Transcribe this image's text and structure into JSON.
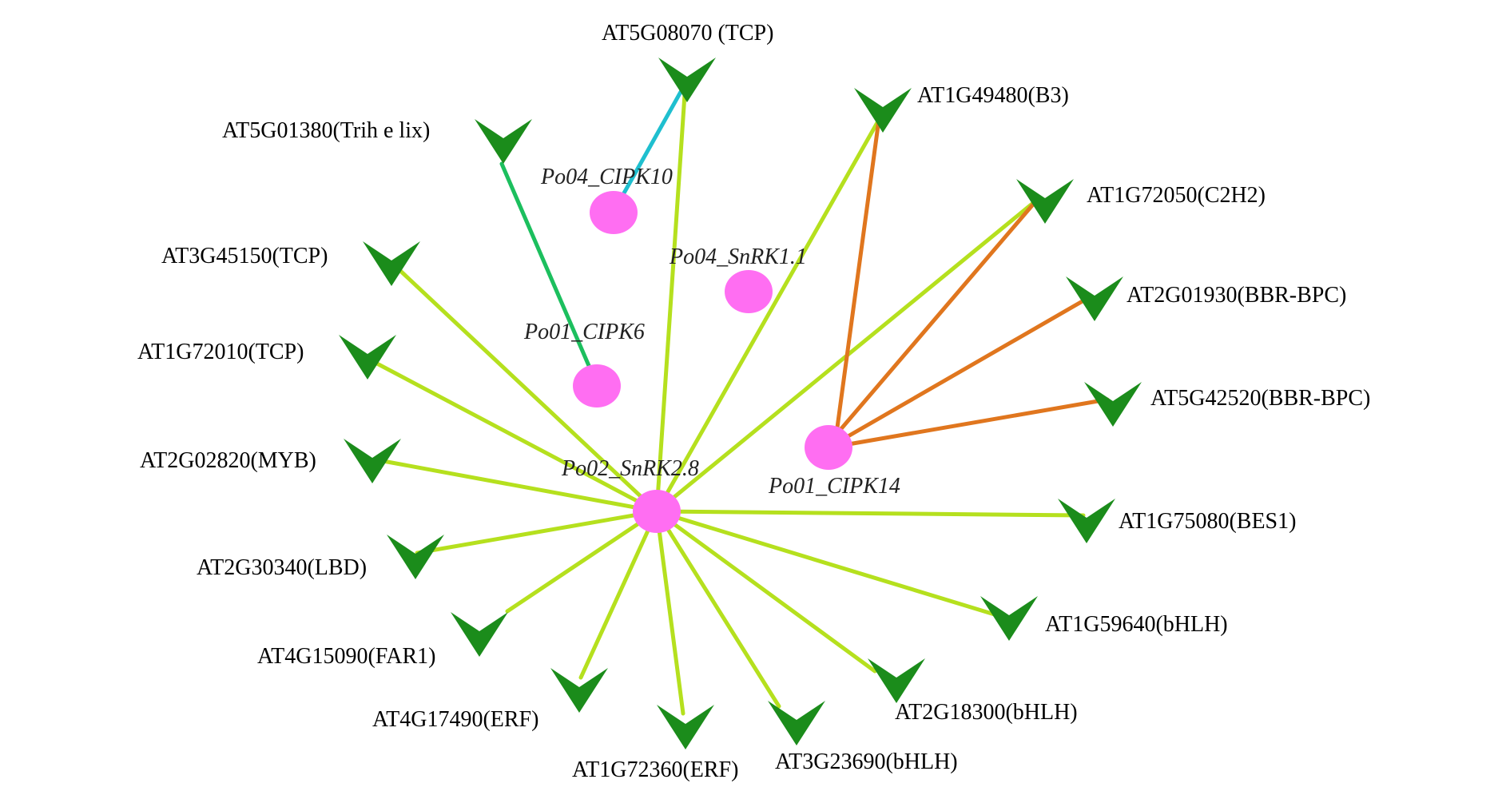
{
  "network": {
    "colors": {
      "kinase_node": "#ff6ef2",
      "tf_node": "#1b8c1b",
      "edge_snrk28": "#b5e01e",
      "edge_cipk14": "#e0761e",
      "edge_cipk10": "#1fbfcf",
      "edge_cipk6": "#1cbf5e"
    },
    "kinases": [
      {
        "id": "snrk28",
        "label": "Po02_SnRK2.8"
      },
      {
        "id": "cipk14",
        "label": "Po01_CIPK14"
      },
      {
        "id": "cipk10",
        "label": "Po04_CIPK10"
      },
      {
        "id": "snrk11",
        "label": "Po04_SnRK1.1"
      },
      {
        "id": "cipk6",
        "label": "Po01_CIPK6"
      }
    ],
    "targets": [
      {
        "id": "at5g08070",
        "label": "AT5G08070 (TCP)"
      },
      {
        "id": "at1g49480",
        "label": "AT1G49480(B3)"
      },
      {
        "id": "at5g01380",
        "label": "AT5G01380(Trih e lix)"
      },
      {
        "id": "at1g72050",
        "label": "AT1G72050(C2H2)"
      },
      {
        "id": "at3g45150",
        "label": "AT3G45150(TCP)"
      },
      {
        "id": "at2g01930",
        "label": "AT2G01930(BBR-BPC)"
      },
      {
        "id": "at1g72010",
        "label": "AT1G72010(TCP)"
      },
      {
        "id": "at5g42520",
        "label": "AT5G42520(BBR-BPC)"
      },
      {
        "id": "at2g02820",
        "label": "AT2G02820(MYB)"
      },
      {
        "id": "at1g75080",
        "label": "AT1G75080(BES1)"
      },
      {
        "id": "at2g30340",
        "label": "AT2G30340(LBD)"
      },
      {
        "id": "at1g59640",
        "label": "AT1G59640(bHLH)"
      },
      {
        "id": "at4g15090",
        "label": "AT4G15090(FAR1)"
      },
      {
        "id": "at2g18300",
        "label": "AT2G18300(bHLH)"
      },
      {
        "id": "at4g17490",
        "label": "AT4G17490(ERF)"
      },
      {
        "id": "at3g23690",
        "label": "AT3G23690(bHLH)"
      },
      {
        "id": "at1g72360",
        "label": "AT1G72360(ERF)"
      }
    ],
    "edges": [
      {
        "source": "snrk28",
        "target": "at5g08070"
      },
      {
        "source": "snrk28",
        "target": "at1g49480"
      },
      {
        "source": "snrk28",
        "target": "at1g72050"
      },
      {
        "source": "snrk28",
        "target": "at3g45150"
      },
      {
        "source": "snrk28",
        "target": "at1g72010"
      },
      {
        "source": "snrk28",
        "target": "at2g02820"
      },
      {
        "source": "snrk28",
        "target": "at2g30340"
      },
      {
        "source": "snrk28",
        "target": "at4g15090"
      },
      {
        "source": "snrk28",
        "target": "at4g17490"
      },
      {
        "source": "snrk28",
        "target": "at1g72360"
      },
      {
        "source": "snrk28",
        "target": "at3g23690"
      },
      {
        "source": "snrk28",
        "target": "at2g18300"
      },
      {
        "source": "snrk28",
        "target": "at1g59640"
      },
      {
        "source": "snrk28",
        "target": "at1g75080"
      },
      {
        "source": "cipk14",
        "target": "at1g49480"
      },
      {
        "source": "cipk14",
        "target": "at1g72050"
      },
      {
        "source": "cipk14",
        "target": "at2g01930"
      },
      {
        "source": "cipk14",
        "target": "at5g42520"
      },
      {
        "source": "cipk10",
        "target": "at5g08070"
      },
      {
        "source": "cipk6",
        "target": "at5g01380"
      }
    ]
  }
}
